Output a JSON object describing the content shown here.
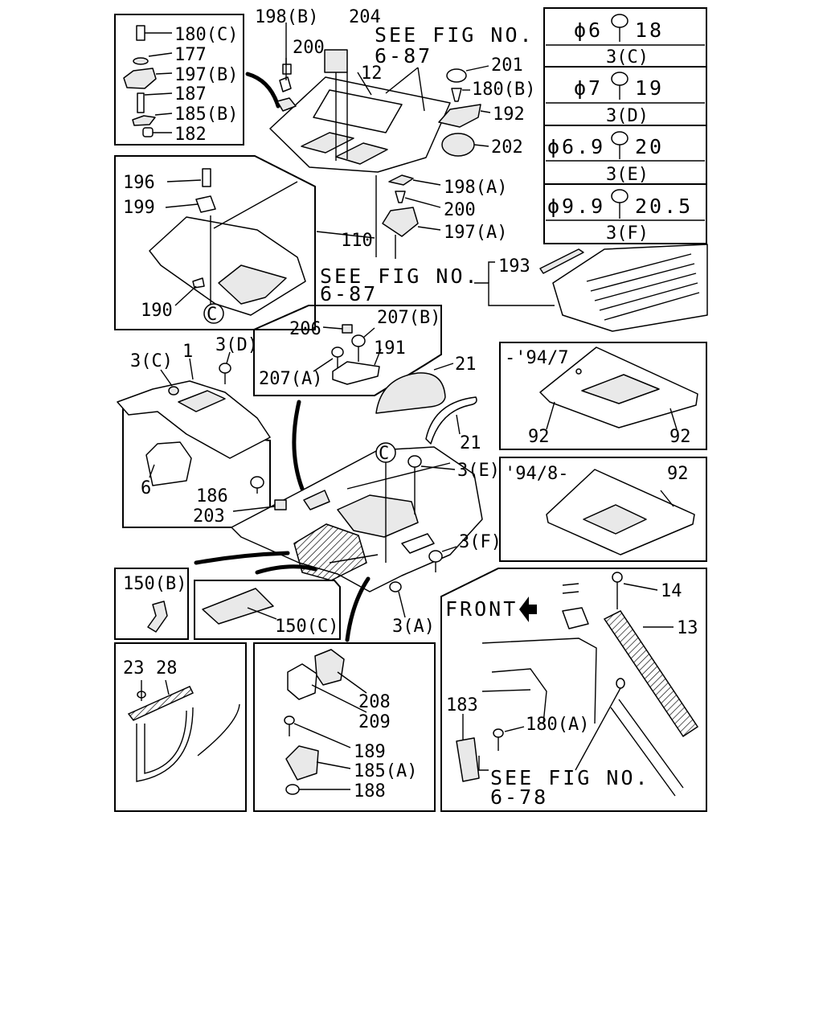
{
  "callouts": {
    "c180C": "180(C)",
    "c177": "177",
    "c197B": "197(B)",
    "c187": "187",
    "c185B": "185(B)",
    "c182": "182",
    "c198B": "198(B)",
    "c204": "204",
    "c200a": "200",
    "c12": "12",
    "c201": "201",
    "c180B": "180(B)",
    "c192": "192",
    "c202": "202",
    "c198A": "198(A)",
    "c200b": "200",
    "c197A": "197(A)",
    "c110": "110",
    "c196": "196",
    "c199": "199",
    "c190": "190",
    "cC1": "C",
    "c193": "193",
    "c206": "206",
    "c207B": "207(B)",
    "c191": "191",
    "c207A": "207(A)",
    "c3C": "3(C)",
    "c1": "1",
    "c3D": "3(D)",
    "c6": "6",
    "c21a": "21",
    "c21b": "21",
    "cC2": "C",
    "c3E": "3(E)",
    "c186": "186",
    "c203": "203",
    "c3F": "3(F)",
    "c3A": "3(A)",
    "c150B": "150(B)",
    "c150C": "150(C)",
    "c23": "23",
    "c28": "28",
    "c208": "208",
    "c209": "209",
    "c189": "189",
    "c185A": "185(A)",
    "c188": "188",
    "c14": "14",
    "c13": "13",
    "c183": "183",
    "c180A": "180(A)",
    "c92a": "92",
    "c92b": "92",
    "c92c": "92"
  },
  "refs": {
    "see1_line1": "SEE FIG NO.",
    "see1_line2": "6-87",
    "see2_line1": "SEE FIG NO.",
    "see2_line2": "6-87",
    "see3_line1": "SEE FIG NO.",
    "see3_line2": "6-78",
    "front": "FRONT"
  },
  "periods": {
    "upto_94_7": "-'94/7",
    "from_94_8": "'94/8-"
  },
  "clip_specs": [
    {
      "dia": "ϕ6",
      "len": "18",
      "code": "3(C)"
    },
    {
      "dia": "ϕ7",
      "len": "19",
      "code": "3(D)"
    },
    {
      "dia": "ϕ6.9",
      "len": "20",
      "code": "3(E)"
    },
    {
      "dia": "ϕ9.9",
      "len": "20.5",
      "code": "3(F)"
    }
  ]
}
